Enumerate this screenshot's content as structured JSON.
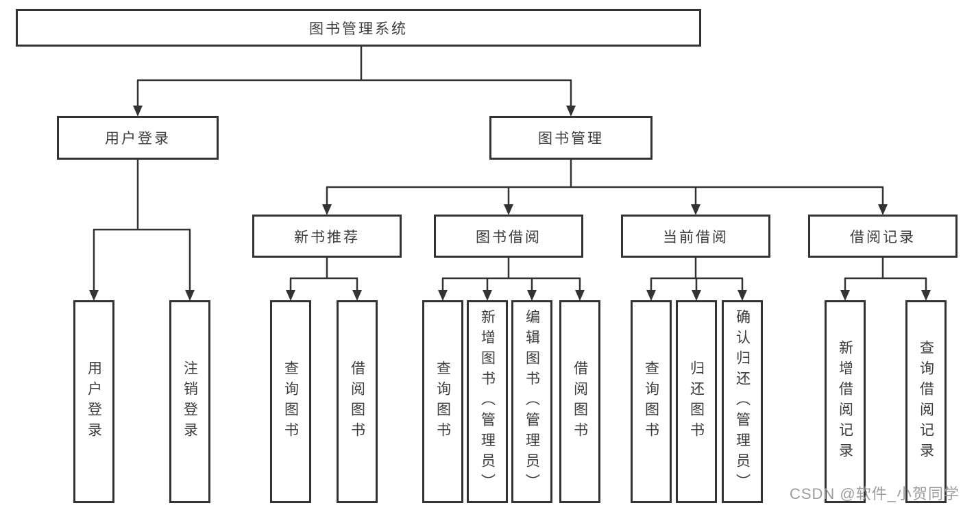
{
  "page": {
    "watermark": "CSDN @软件_小贺同学"
  },
  "colors": {
    "line": "#333333",
    "box_border": "#333333",
    "text": "#3c3c3c",
    "background": "#ffffff",
    "watermark": "#949494"
  },
  "tree": {
    "label": "图书管理系统",
    "children": [
      {
        "label": "用户登录",
        "children": [
          {
            "label": "用户登录"
          },
          {
            "label": "注销登录"
          }
        ]
      },
      {
        "label": "图书管理",
        "children": [
          {
            "label": "新书推荐",
            "children": [
              {
                "label": "查询图书"
              },
              {
                "label": "借阅图书"
              }
            ]
          },
          {
            "label": "图书借阅",
            "children": [
              {
                "label": "查询图书"
              },
              {
                "label": "新增图书（管理员）"
              },
              {
                "label": "编辑图书（管理员）"
              },
              {
                "label": "借阅图书"
              }
            ]
          },
          {
            "label": "当前借阅",
            "children": [
              {
                "label": "查询图书"
              },
              {
                "label": "归还图书"
              },
              {
                "label": "确认归还（管理员）"
              }
            ]
          },
          {
            "label": "借阅记录",
            "children": [
              {
                "label": "新增借阅记录"
              },
              {
                "label": "查询借阅记录"
              }
            ]
          }
        ]
      }
    ]
  }
}
